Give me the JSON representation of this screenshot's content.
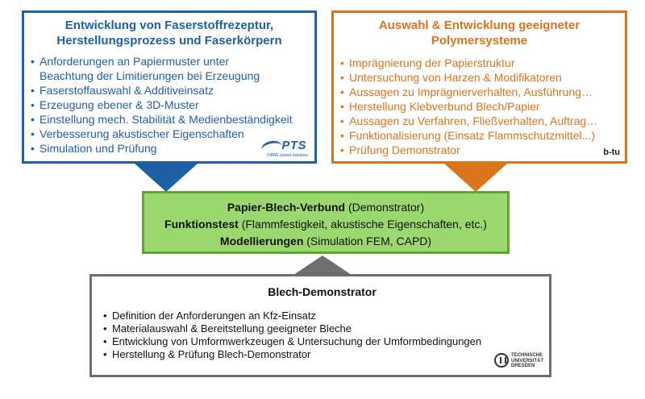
{
  "colors": {
    "blue": "#1f5fa6",
    "orange": "#d9731c",
    "green_fill": "#9bd86f",
    "green_border": "#5ea832",
    "gray": "#6e6e6e"
  },
  "box_blue": {
    "title_line1": "Entwicklung von Faserstoffrezeptur,",
    "title_line2": "Herstellungsprozess und Faserkörpern",
    "items": [
      "Anforderungen an Papiermuster unter",
      "Beachtung der Limitierungen bei Erzeugung",
      "Faserstoffauswahl & Additiveinsatz",
      "Erzeugung ebener & 3D-Muster",
      "Einstellung mech. Stabilität & Medienbeständigkeit",
      "Verbesserung akustischer Eigenschaften",
      "Simulation und Prüfung"
    ],
    "logo_text": "PTS",
    "logo_subtext": "FIBRE based solutions",
    "logo_icon": "pts-logo-icon"
  },
  "box_orange": {
    "title_line1": "Auswahl & Entwicklung geeigneter",
    "title_line2": "Polymersysteme",
    "items": [
      "Imprägnierung der Papierstruktur",
      "Untersuchung von Harzen & Modifikatoren",
      "Aussagen zu Imprägnierverhalten, Ausführung…",
      "Herstellung Klebverbund Blech/Papier",
      "Aussagen zu Verfahren, Fließverhalten, Auftrag…",
      "Funktionalisierung (Einsatz Flammschutzmittel...)",
      "Prüfung Demonstrator"
    ],
    "logo_text": "b-tu"
  },
  "box_green": {
    "line1_bold": "Papier-Blech-Verbund",
    "line1_rest": " (Demonstrator)",
    "line2_bold": "Funktionstest",
    "line2_rest": " (Flammfestigkeit, akustische Eigenschaften, etc.)",
    "line3_bold": "Modellierungen",
    "line3_rest": " (Simulation FEM, CAPD)"
  },
  "box_gray": {
    "title": "Blech-Demonstrator",
    "items": [
      "Definition der Anforderungen an Kfz-Einsatz",
      "Materialauswahl & Bereitstellung geeigneter Bleche",
      "Entwicklung von Umformwerkzeugen & Untersuchung der Umformbedingungen",
      "Herstellung & Prüfung Blech-Demonstrator"
    ],
    "logo_line1": "TECHNISCHE",
    "logo_line2": "UNIVERSITÄT",
    "logo_line3": "DRESDEN",
    "logo_icon": "tu-dresden-seal-icon"
  }
}
